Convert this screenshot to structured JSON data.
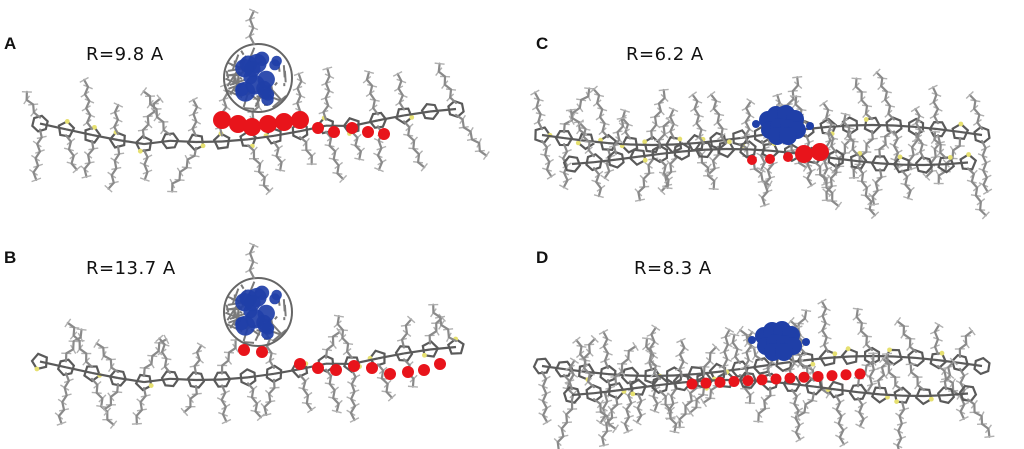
{
  "panels": [
    {
      "letter": "A",
      "radius_label": "R=9.8 A",
      "structure": "fullerene-on-polymer"
    },
    {
      "letter": "B",
      "radius_label": "R=13.7 A",
      "structure": "fullerene-on-polymer"
    },
    {
      "letter": "C",
      "radius_label": "R=6.2 A",
      "structure": "planar-acceptor-on-polymer"
    },
    {
      "letter": "D",
      "radius_label": "R=8.3 A",
      "structure": "planar-acceptor-on-polymer"
    }
  ],
  "colors": {
    "bond": "#8a8a8a",
    "bond_dark": "#5a5a5a",
    "hole_density": "#e8141b",
    "electron_density": "#1f3fa8",
    "sulfur": "#e6e070",
    "nitrogen": "#3050d0"
  }
}
